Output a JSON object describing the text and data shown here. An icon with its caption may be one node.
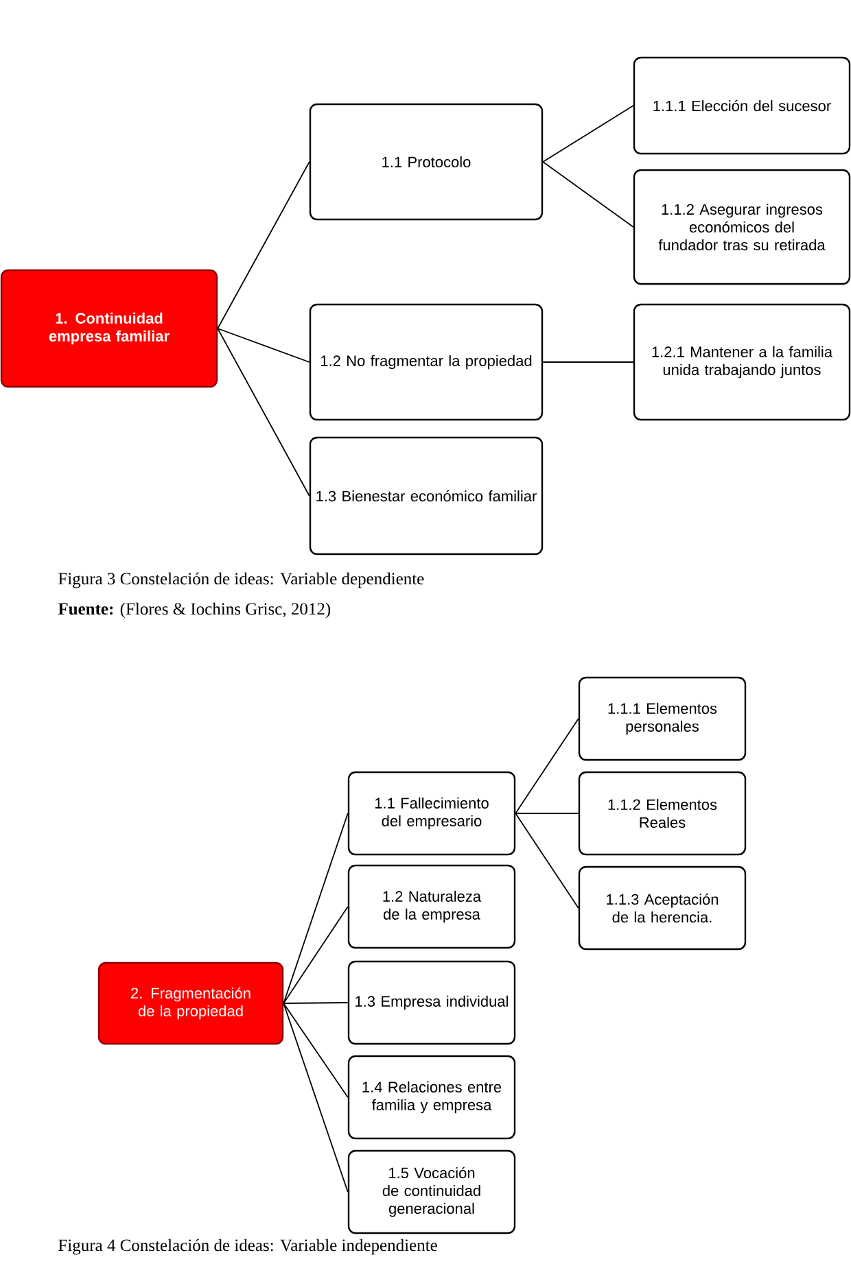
{
  "diagram": {
    "nodes": [
      {
        "text": [
          "1. Continuidad empresa familiar"
        ]
      },
      {
        "text": [
          "1.1 Protocolo"
        ]
      },
      {
        "text": [
          "1.1.1 Elección del sucesor"
        ]
      },
      {
        "text": [
          "1.1.2 Asegurar ingresos económicos del fundador tras su retirada"
        ]
      },
      {
        "text": [
          "1.2 No fragmentar la propiedad"
        ]
      },
      {
        "text": [
          "1.2.1 Mantener a la familia unida trabajando juntos"
        ]
      },
      {
        "text": [
          "1.3 Bienestar económico familiar"
        ]
      },
      {
        "text": [
          "2. Fragmentación de la propiedad"
        ]
      },
      {
        "text": [
          "1.1 Fallecimiento del empresario"
        ]
      },
      {
        "text": [
          "1.1.1 Elementos personales"
        ]
      },
      {
        "text": [
          "1.1.2 Elementos Reales"
        ]
      },
      {
        "text": [
          "1.1.3 Aceptación de la herencia."
        ]
      },
      {
        "text": [
          "1.2 Naturaleza de la empresa"
        ]
      },
      {
        "text": [
          "1.3 Empresa individual"
        ]
      },
      {
        "text": [
          "1.4 Relaciones entre familia y empresa"
        ]
      },
      {
        "text": [
          "1.5 Vocación de continuidad generacional"
        ]
      }
    ],
    "edges": [
      {
        "from": 0,
        "to": 1,
        "arrow": "none"
      },
      {
        "from": 0,
        "to": 4,
        "arrow": "none"
      },
      {
        "from": 0,
        "to": 6,
        "arrow": "none"
      },
      {
        "from": 1,
        "to": 2,
        "arrow": "none"
      },
      {
        "from": 1,
        "to": 3,
        "arrow": "none"
      },
      {
        "from": 4,
        "to": 5,
        "arrow": "none"
      },
      {
        "from": 7,
        "to": 8,
        "arrow": "none"
      },
      {
        "from": 7,
        "to": 12,
        "arrow": "none"
      },
      {
        "from": 7,
        "to": 13,
        "arrow": "none"
      },
      {
        "from": 7,
        "to": 14,
        "arrow": "none"
      },
      {
        "from": 7,
        "to": 15,
        "arrow": "none"
      },
      {
        "from": 8,
        "to": 9,
        "arrow": "none"
      },
      {
        "from": 8,
        "to": 10,
        "arrow": "none"
      },
      {
        "from": 8,
        "to": 11,
        "arrow": "none"
      }
    ],
    "labels": [
      "Figura 3 Constelación de ideas: Variable dependiente",
      "**Fuente:** (Flores & Iochins Grisc, 2012)",
      "Figura 4 Constelación de ideas: Variable independiente"
    ]
  }
}
